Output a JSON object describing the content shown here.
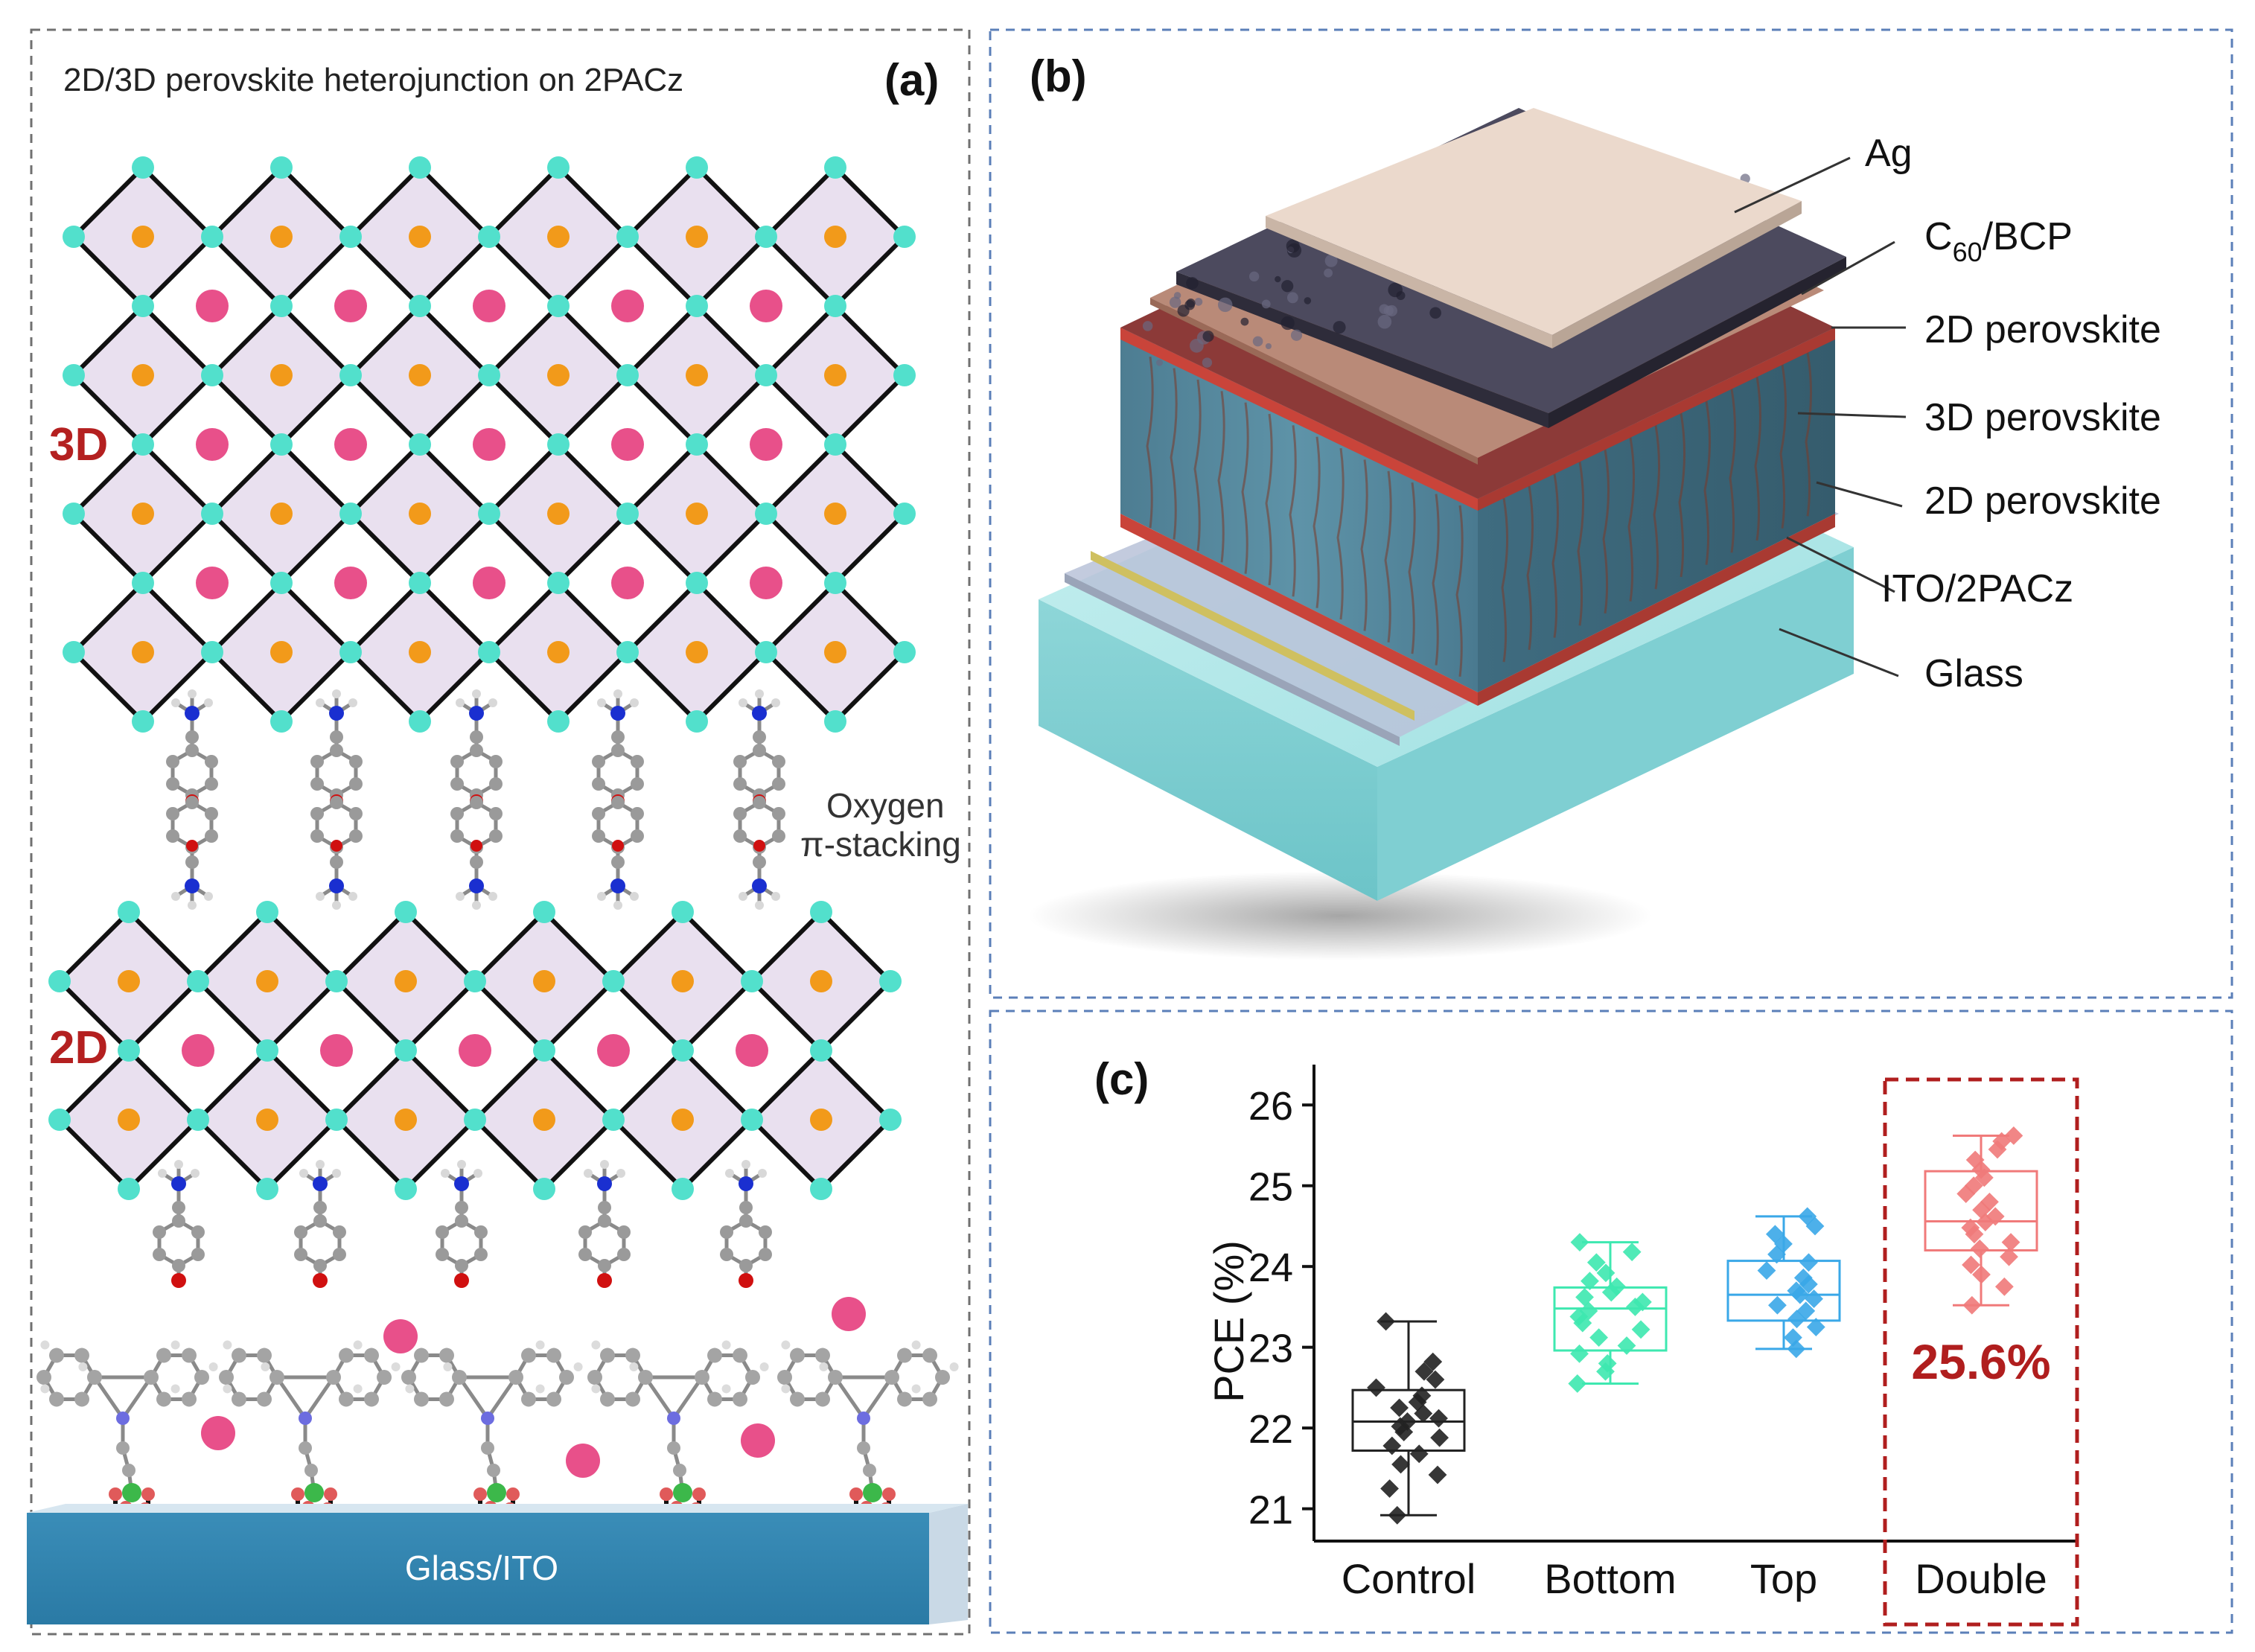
{
  "panel_a": {
    "letter": "(a)",
    "title": "2D/3D perovskite heterojunction on 2PACz",
    "label_3d": "3D",
    "label_2d": "2D",
    "oxygen_label": "Oxygen",
    "stacking_label": "π-stacking",
    "substrate_label": "Glass/ITO"
  },
  "panel_b": {
    "letter": "(b)",
    "layers": {
      "ag": "Ag",
      "c60_base": "C",
      "c60_sub": "60",
      "c60_rest": "/BCP",
      "pvk2d_top": "2D perovskite",
      "pvk3d": "3D perovskite",
      "pvk2d_bottom": "2D perovskite",
      "ito": "ITO/2PACz",
      "glass": "Glass"
    }
  },
  "panel_c": {
    "letter": "(c)",
    "highlight": "25.6%"
  },
  "chart_data": {
    "type": "box",
    "ylabel": "PCE (%)",
    "ylim": [
      20.6,
      26.5
    ],
    "yticks": [
      21,
      22,
      23,
      24,
      25,
      26
    ],
    "categories": [
      "Control",
      "Bottom",
      "Top",
      "Double"
    ],
    "series": [
      {
        "category": "Control",
        "color": "#222222",
        "q1": 21.72,
        "median": 22.08,
        "q3": 22.47,
        "min": 20.92,
        "max": 23.32,
        "points": [
          20.92,
          21.25,
          21.42,
          21.55,
          21.68,
          21.78,
          21.88,
          21.95,
          22.02,
          22.08,
          22.12,
          22.18,
          22.25,
          22.32,
          22.4,
          22.5,
          22.6,
          22.7,
          22.82,
          23.32
        ]
      },
      {
        "category": "Bottom",
        "color": "#3ee8b0",
        "q1": 22.96,
        "median": 23.48,
        "q3": 23.74,
        "min": 22.55,
        "max": 24.3,
        "points": [
          22.55,
          22.7,
          22.8,
          22.92,
          23.02,
          23.12,
          23.22,
          23.3,
          23.38,
          23.45,
          23.5,
          23.56,
          23.62,
          23.68,
          23.75,
          23.82,
          23.92,
          24.05,
          24.18,
          24.3
        ]
      },
      {
        "category": "Top",
        "color": "#3aa8e8",
        "q1": 23.33,
        "median": 23.65,
        "q3": 24.07,
        "min": 22.98,
        "max": 24.62,
        "points": [
          22.98,
          23.12,
          23.25,
          23.35,
          23.45,
          23.52,
          23.6,
          23.65,
          23.7,
          23.78,
          23.86,
          23.95,
          24.05,
          24.15,
          24.28,
          24.4,
          24.5,
          24.62
        ]
      },
      {
        "category": "Double",
        "color": "#f07a7a",
        "q1": 24.2,
        "median": 24.56,
        "q3": 25.18,
        "min": 23.52,
        "max": 25.62,
        "points": [
          23.52,
          23.75,
          23.9,
          24.02,
          24.12,
          24.22,
          24.3,
          24.4,
          24.48,
          24.55,
          24.62,
          24.7,
          24.8,
          24.9,
          25.0,
          25.1,
          25.2,
          25.32,
          25.45,
          25.55,
          25.62
        ]
      }
    ]
  }
}
